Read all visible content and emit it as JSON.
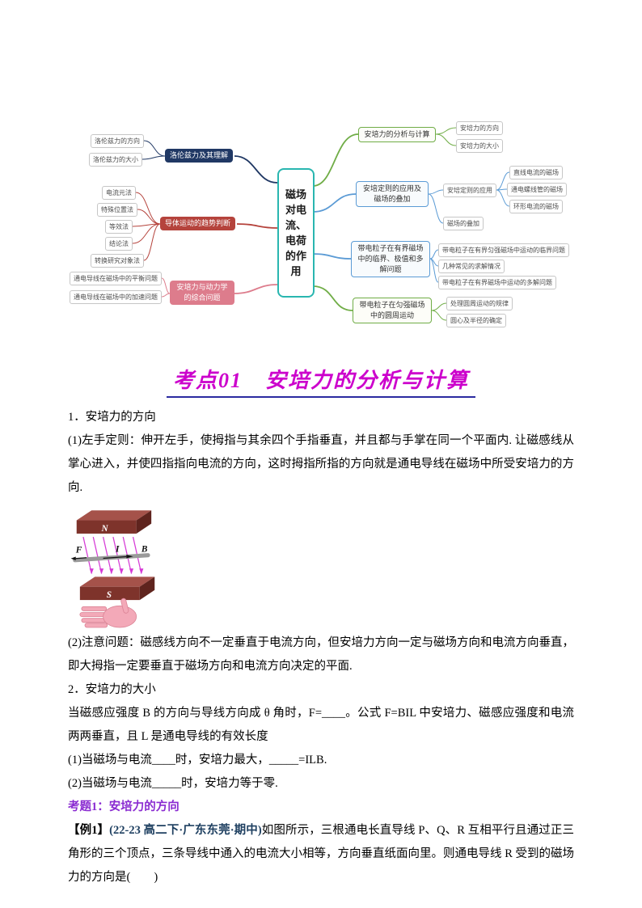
{
  "mindmap": {
    "center": "磁场对电流、电荷的作用",
    "branches": {
      "ampere_calc": {
        "label": "安培力的分析与计算",
        "children": [
          "安培力的方向",
          "安培力的大小"
        ]
      },
      "ampere_rule": {
        "label": "安培定则的应用及磁场的叠加",
        "children": [
          "安培定则的应用",
          "磁场的叠加"
        ],
        "sub": [
          "直线电流的磁场",
          "通电螺线管的磁场",
          "环形电流的磁场"
        ]
      },
      "bounded": {
        "label": "带电粒子在有界磁场中的临界、极值和多解问题",
        "children": [
          "带电粒子在有界匀强磁场中运动的临界问题",
          "几种常见的求解情况",
          "带电粒子在有界磁场中运动的多解问题"
        ]
      },
      "circular": {
        "label": "带电粒子在匀强磁场中的圆周运动",
        "children": [
          "处理圆周运动的规律",
          "圆心及半径的确定"
        ]
      },
      "lorentz": {
        "label": "洛伦兹力及其理解",
        "children": [
          "洛伦兹力的方向",
          "洛伦兹力的大小"
        ]
      },
      "trend": {
        "label": "导体运动的趋势判断",
        "children": [
          "电流元法",
          "特殊位置法",
          "等效法",
          "结论法",
          "转换研究对象法"
        ]
      },
      "dynamics": {
        "label": "安培力与动力学的综合问题",
        "children": [
          "通电导线在磁场中的平衡问题",
          "通电导线在磁场中的加速问题"
        ]
      }
    },
    "colors": {
      "center_border": "#29b6b0",
      "green": "#70ad47",
      "blue": "#5b9bd5",
      "navy": "#203864",
      "red": "#b5433c",
      "pink": "#dd7c8c"
    }
  },
  "title": "考点01　安培力的分析与计算",
  "content": {
    "h1": "1．安培力的方向",
    "p1": "(1)左手定则：伸开左手，使拇指与其余四个手指垂直，并且都与手掌在同一个平面内. 让磁感线从掌心进入，并使四指指向电流的方向，这时拇指所指的方向就是通电导线在磁场中所受安培力的方向.",
    "figure_labels": {
      "n": "N",
      "s": "S",
      "f": "F",
      "i": "I",
      "b": "B"
    },
    "p2": "(2)注意问题：磁感线方向不一定垂直于电流方向，但安培力方向一定与磁场方向和电流方向垂直，即大拇指一定要垂直于磁场方向和电流方向决定的平面.",
    "h2": "2．安培力的大小",
    "p3": "当磁感应强度 B 的方向与导线方向成 θ 角时，F=____。公式 F=BIL 中安培力、磁感应强度和电流两两垂直，且 L 是通电导线的有效长度",
    "p4": "(1)当磁场与电流____时，安培力最大，_____=ILB.",
    "p5": "(2)当磁场与电流_____时，安培力等于零.",
    "topic_label": "考题1：安培力的方向",
    "example_tag": "【例1】",
    "example_source": "(22-23 高二下·广东东莞·期中)",
    "example_text": "如图所示，三根通电长直导线 P、Q、R 互相平行且通过正三角形的三个顶点，三条导线中通入的电流大小相等，方向垂直纸面向里。则通电导线 R 受到的磁场力的方向是(　　)"
  }
}
